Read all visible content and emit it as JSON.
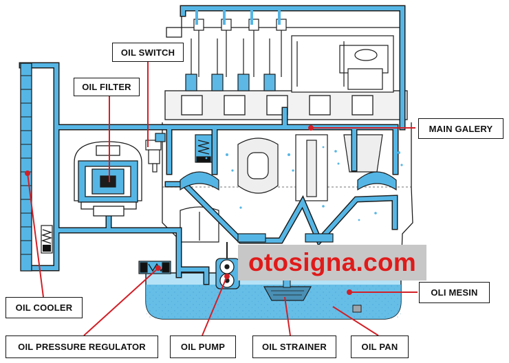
{
  "labels": {
    "oil_switch": "OIL SWITCH",
    "oil_filter": "OIL FILTER",
    "main_galery": "MAIN GALERY",
    "oli_mesin": "OLI MESIN",
    "oil_cooler": "OIL COOLER",
    "oil_pressure_regulator": "OIL PRESSURE REGULATOR",
    "oil_pump": "OIL PUMP",
    "oil_strainer": "OIL STRAINER",
    "oil_pan": "OIL PAN"
  },
  "watermark": "otosigna.com",
  "colors": {
    "oil_blue": "#4fb1e2",
    "oil_light": "#a8dcf3",
    "outline": "#1c1c1c",
    "pointer_red": "#d21f26",
    "pointer_black": "#111111",
    "watermark_text": "#e01a1a",
    "watermark_bg": "#c7c7c7"
  }
}
